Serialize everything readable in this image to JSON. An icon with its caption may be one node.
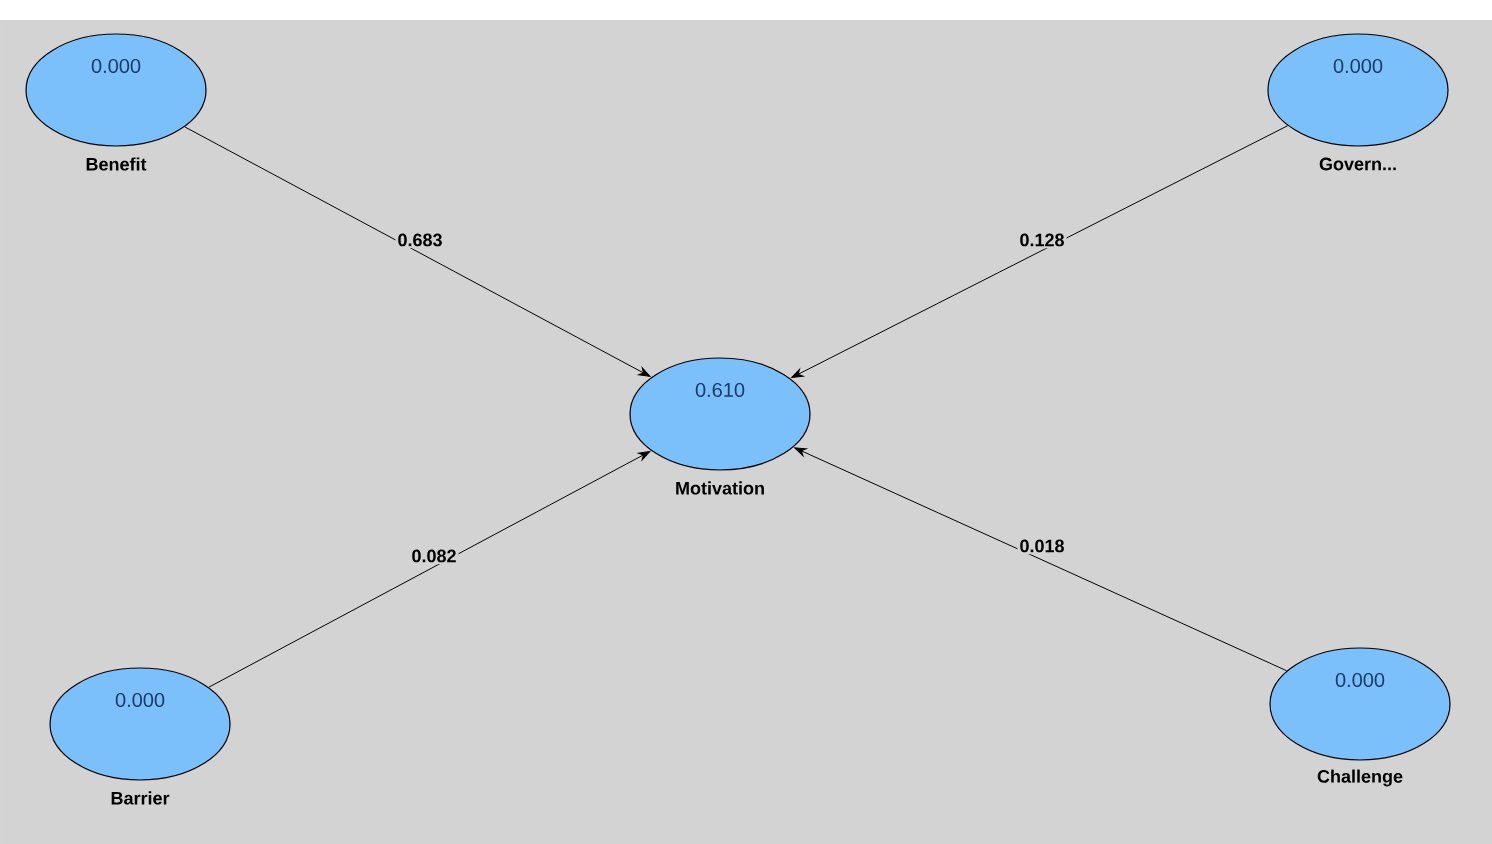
{
  "diagram": {
    "nodes": [
      {
        "text": [
          "0.000",
          "Benefit"
        ]
      },
      {
        "text": [
          "0.000",
          "Govern..."
        ]
      },
      {
        "text": [
          "0.610",
          "Motivation"
        ]
      },
      {
        "text": [
          "0.000",
          "Barrier"
        ]
      },
      {
        "text": [
          "0.000",
          "Challenge"
        ]
      }
    ],
    "edges": [
      {
        "from": 0,
        "to": 2,
        "arrow": "to",
        "label": "0.683"
      },
      {
        "from": 1,
        "to": 2,
        "arrow": "to",
        "label": "0.128"
      },
      {
        "from": 3,
        "to": 2,
        "arrow": "to",
        "label": "0.082"
      },
      {
        "from": 4,
        "to": 2,
        "arrow": "to",
        "label": "0.018"
      }
    ]
  }
}
